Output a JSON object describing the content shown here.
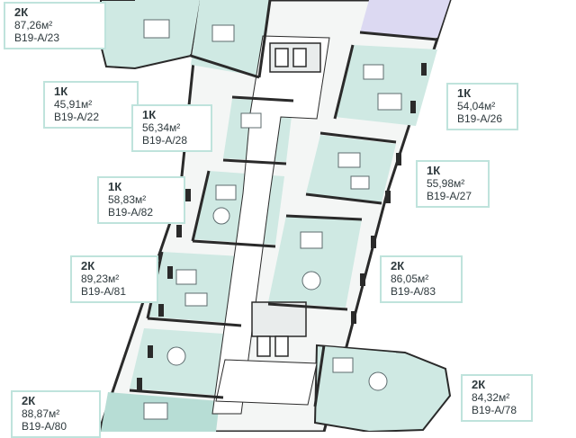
{
  "units": [
    {
      "id": "b19-a-23",
      "rooms": "2К",
      "area": "87,26м²",
      "number": "В19-А/23"
    },
    {
      "id": "b19-a-22",
      "rooms": "1К",
      "area": "45,91м²",
      "number": "В19-А/22"
    },
    {
      "id": "b19-a-28",
      "rooms": "1К",
      "area": "56,34м²",
      "number": "В19-А/28"
    },
    {
      "id": "b19-a-82",
      "rooms": "1К",
      "area": "58,83м²",
      "number": "В19-А/82"
    },
    {
      "id": "b19-a-81",
      "rooms": "2К",
      "area": "89,23м²",
      "number": "В19-А/81"
    },
    {
      "id": "b19-a-80",
      "rooms": "2К",
      "area": "88,87м²",
      "number": "В19-А/80"
    },
    {
      "id": "b19-a-26",
      "rooms": "1К",
      "area": "54,04м²",
      "number": "В19-А/26"
    },
    {
      "id": "b19-a-27",
      "rooms": "1К",
      "area": "55,98м²",
      "number": "В19-А/27"
    },
    {
      "id": "b19-a-83",
      "rooms": "2К",
      "area": "86,05м²",
      "number": "В19-А/83"
    },
    {
      "id": "b19-a-78",
      "rooms": "2К",
      "area": "84,32м²",
      "number": "В19-А/78"
    }
  ],
  "colors": {
    "unit_fill": "#cfe9e3",
    "unit_fill_dark": "#b7ddd5",
    "highlight_fill": "#dcd9f2",
    "callout_border": "#bfe3dc",
    "wall": "#2a2a2a",
    "text": "#2f3a3e"
  }
}
